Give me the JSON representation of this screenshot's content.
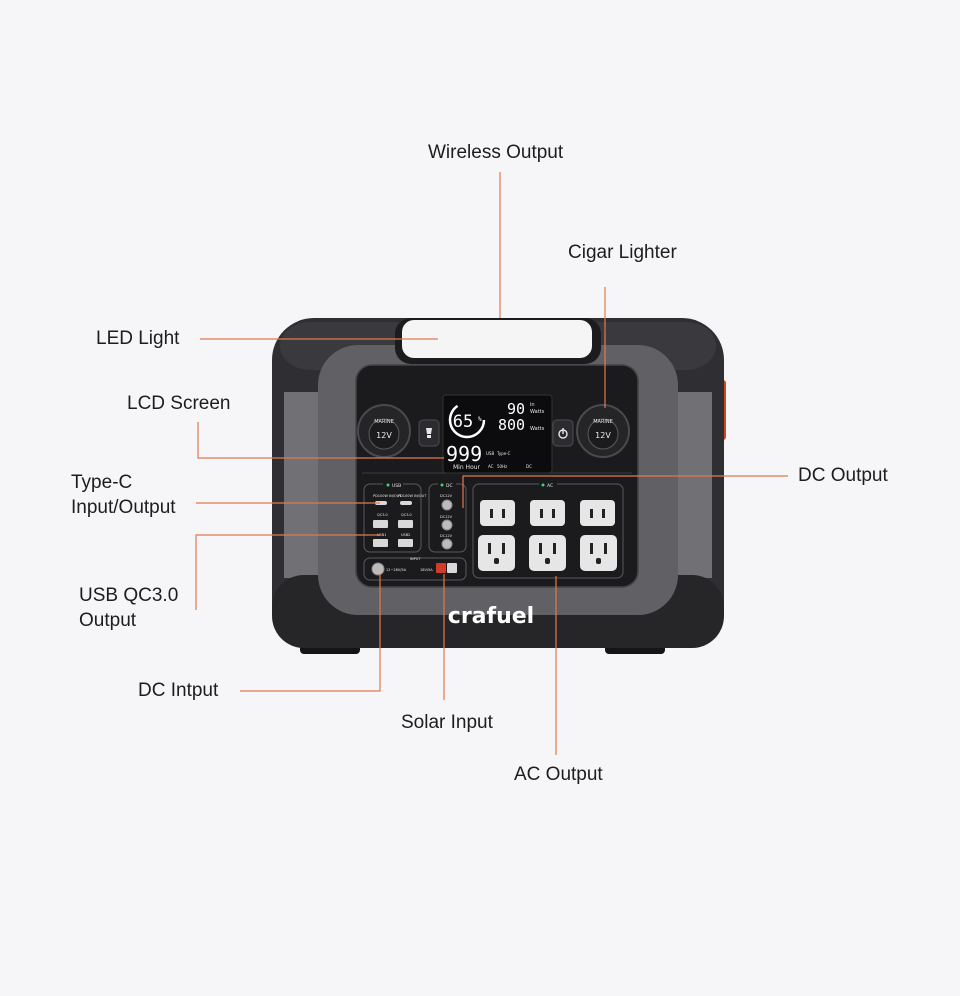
{
  "labels": {
    "wireless_output": "Wireless Output",
    "cigar_lighter": "Cigar Lighter",
    "led_light": "LED Light",
    "lcd_screen": "LCD Screen",
    "type_c_line1": "Type-C",
    "type_c_line2": "Input/Output",
    "dc_output": "DC Output",
    "usb_qc_line1": "USB QC3.0",
    "usb_qc_line2": "Output",
    "dc_input": "DC Intput",
    "solar_input": "Solar Input",
    "ac_output": "AC Output"
  },
  "device": {
    "brand": "crafuel",
    "lcd": {
      "battery_percent": "65",
      "percent_sign": "%",
      "input_watts": "90",
      "output_watts": "800",
      "watts_label": "Watts",
      "in_label": "in",
      "time_value": "999",
      "time_unit": "Min Hour",
      "usb_label": "USB",
      "typec_label": "Type-C",
      "ac_label": "AC",
      "hz_label": "50Hz",
      "dc_label": "DC"
    },
    "marine_left": "MARINE",
    "marine_right": "MARINE",
    "voltage_left": "12V",
    "voltage_right": "12V",
    "usb_section": "USB",
    "dc_section": "DC",
    "ac_section": "AC",
    "pd_left": "PD100W IN/OUT",
    "pd_right": "PD100W IN/OUT",
    "qc_left": "QC3.0",
    "qc_right": "QC3.0",
    "usb1": "USB1",
    "usb2": "USB2",
    "dc12v_a": "DC12V",
    "dc12v_b": "DC12V",
    "dc12v_c": "DC12V",
    "input_section": "INPUT",
    "dc_in_rating": "12~28V/5A",
    "solar_rating": "18V/5A"
  },
  "colors": {
    "leader_line": "#e07a4f",
    "body_dark": "#2b2b2e",
    "body_grey": "#6e6e72",
    "panel": "#1a1a1c",
    "accent_orange": "#d2461e",
    "indicator_green": "#3fd36b"
  }
}
